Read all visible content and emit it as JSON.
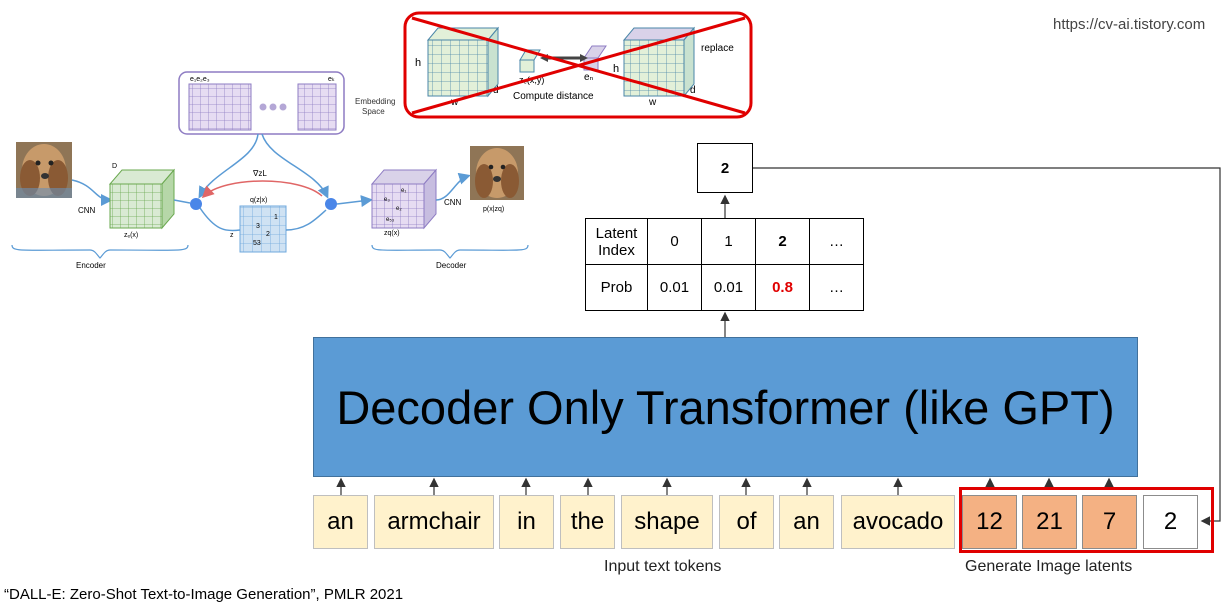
{
  "watermark": "https://cv-ai.tistory.com",
  "citation": "“DALL-E: Zero-Shot Text-to-Image Generation”, PMLR 2021",
  "vqvae": {
    "embedding_space_label": "Embedding\nSpace",
    "embedding_first": "e₁e₂e₃",
    "embedding_last": "eₖ",
    "encoder_label": "Encoder",
    "decoder_label": "Decoder",
    "cnn_left": "CNN",
    "cnn_right": "CNN",
    "d_label": "D",
    "ze_label": "zₑ(x)",
    "zq_label": "zq(x)",
    "grad_label": "∇zL",
    "q_label": "q(z|x)",
    "z_label": "z",
    "grid_values": [
      "1",
      "3",
      "2",
      "53"
    ],
    "cube_labels": [
      "e₁",
      "e₃",
      "e₂",
      "e₅₃"
    ],
    "px_label": "p(x|zq)"
  },
  "crossed_panel": {
    "h_left": "h",
    "w_left": "w",
    "d_left": "d",
    "zexy": "zₑ(x,y)",
    "en": "eₙ",
    "compute_distance": "Compute distance",
    "h_right": "h",
    "w_right": "w",
    "d_right": "d",
    "replace": "replace"
  },
  "output_token": "2",
  "prob_table": {
    "row1_header": "Latent\nIndex",
    "row2_header": "Prob",
    "indices": [
      "0",
      "1",
      "2",
      "…"
    ],
    "probs": [
      "0.01",
      "0.01",
      "0.8",
      "…"
    ]
  },
  "transformer_label": "Decoder Only Transformer (like GPT)",
  "text_tokens": [
    "an",
    "armchair",
    "in",
    "the",
    "shape",
    "of",
    "an",
    "avocado"
  ],
  "image_latents": [
    "12",
    "21",
    "7",
    "2"
  ],
  "captions": {
    "text_tokens": "Input text tokens",
    "image_latents": "Generate Image latents"
  },
  "colors": {
    "transformer": "#5b9bd5",
    "text_token": "#fff2cc",
    "latent": "#f4b183",
    "highlight": "#e00000"
  }
}
